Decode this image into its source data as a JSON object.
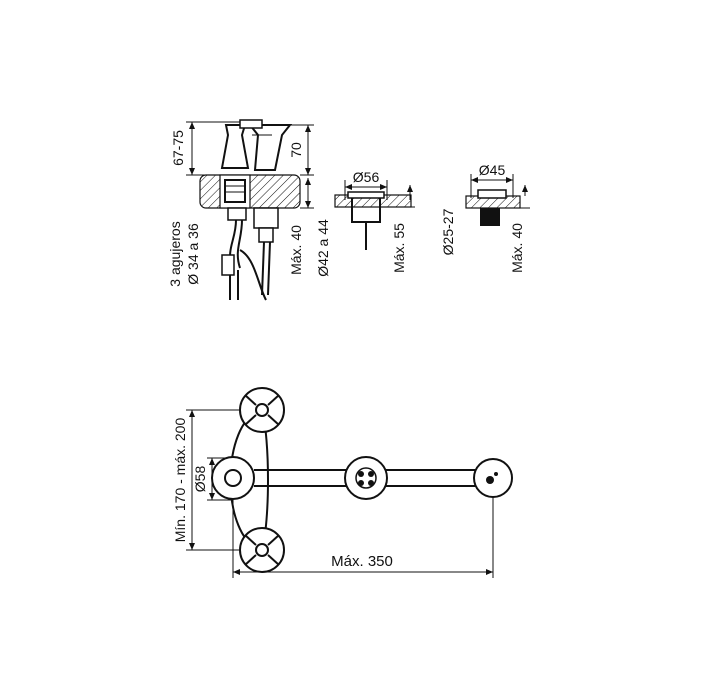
{
  "labels": {
    "top_height_range": "67-75",
    "top_height": "70",
    "holes_line1": "3 agujeros",
    "holes_line2": "Ø 34 a 36",
    "max_40_faucet": "Máx. 40",
    "drain_diameter": "Ø56",
    "drain_hole_range": "Ø42 a 44",
    "drain_max": "Máx. 55",
    "diverter_diameter": "Ø45",
    "diverter_hole_range": "Ø25-27",
    "diverter_max": "Máx. 40",
    "spacing": "Mín. 170 - máx. 200",
    "center_diameter": "Ø58",
    "max_length": "Máx. 350"
  }
}
